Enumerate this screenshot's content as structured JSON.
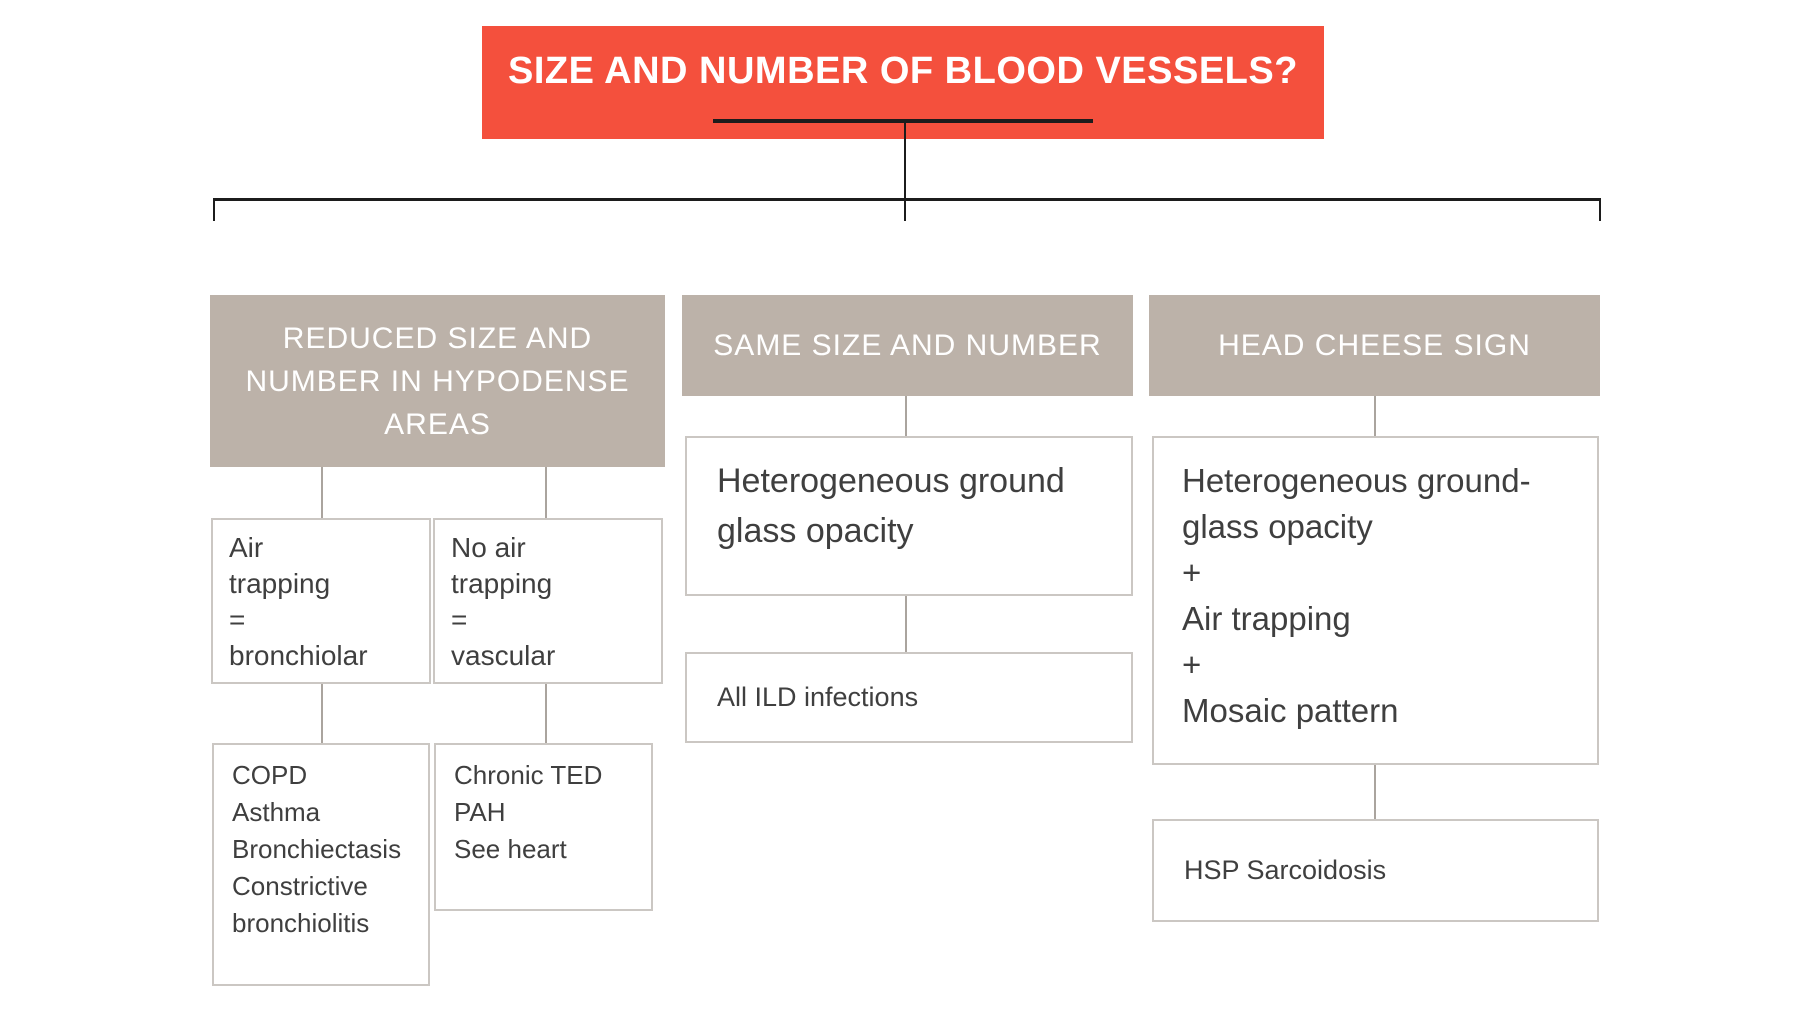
{
  "colors": {
    "background": "#ffffff",
    "banner_bg": "#f4503d",
    "header_bg": "#bcb2a9",
    "box_border": "#cbc7c3",
    "connector": "#aaa49e",
    "line_black": "#1c1c1c",
    "text_dark": "#3f3f3f",
    "text_white": "#ffffff"
  },
  "root": {
    "title": "SIZE AND NUMBER OF BLOOD VESSELS?"
  },
  "branches": [
    {
      "header": "REDUCED SIZE AND NUMBER IN HYPODENSE AREAS",
      "nodes": [
        {
          "lines": [
            "Air",
            "trapping",
            "=",
            "bronchiolar"
          ]
        },
        {
          "lines": [
            "No air",
            "trapping",
            "=",
            "vascular"
          ]
        }
      ],
      "leaves": [
        {
          "lines": [
            "COPD",
            "Asthma",
            "Bronchiectasis",
            "Constrictive",
            "bronchiolitis"
          ]
        },
        {
          "lines": [
            "Chronic TED",
            "PAH",
            "See heart"
          ]
        }
      ]
    },
    {
      "header": "SAME SIZE AND NUMBER",
      "nodes": [
        {
          "lines": [
            "Heterogeneous ground",
            "glass opacity"
          ]
        }
      ],
      "leaves": [
        {
          "lines": [
            "All ILD infections"
          ]
        }
      ]
    },
    {
      "header": "HEAD CHEESE SIGN",
      "nodes": [
        {
          "lines": [
            "Heterogeneous ground-",
            "glass opacity",
            "+",
            "Air trapping",
            "+",
            "Mosaic pattern"
          ]
        }
      ],
      "leaves": [
        {
          "lines": [
            "HSP Sarcoidosis"
          ]
        }
      ]
    }
  ]
}
